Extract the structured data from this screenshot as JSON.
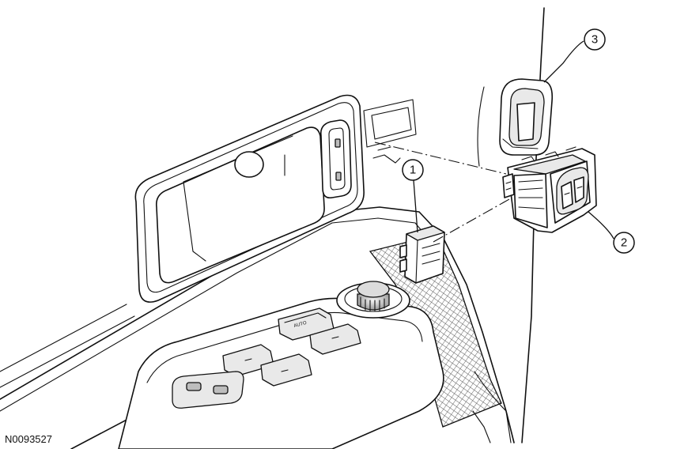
{
  "figure": {
    "reference_code": "N0093527",
    "callouts": [
      {
        "number": "1"
      },
      {
        "number": "2"
      },
      {
        "number": "3"
      }
    ],
    "switch_label": "AUTO"
  }
}
